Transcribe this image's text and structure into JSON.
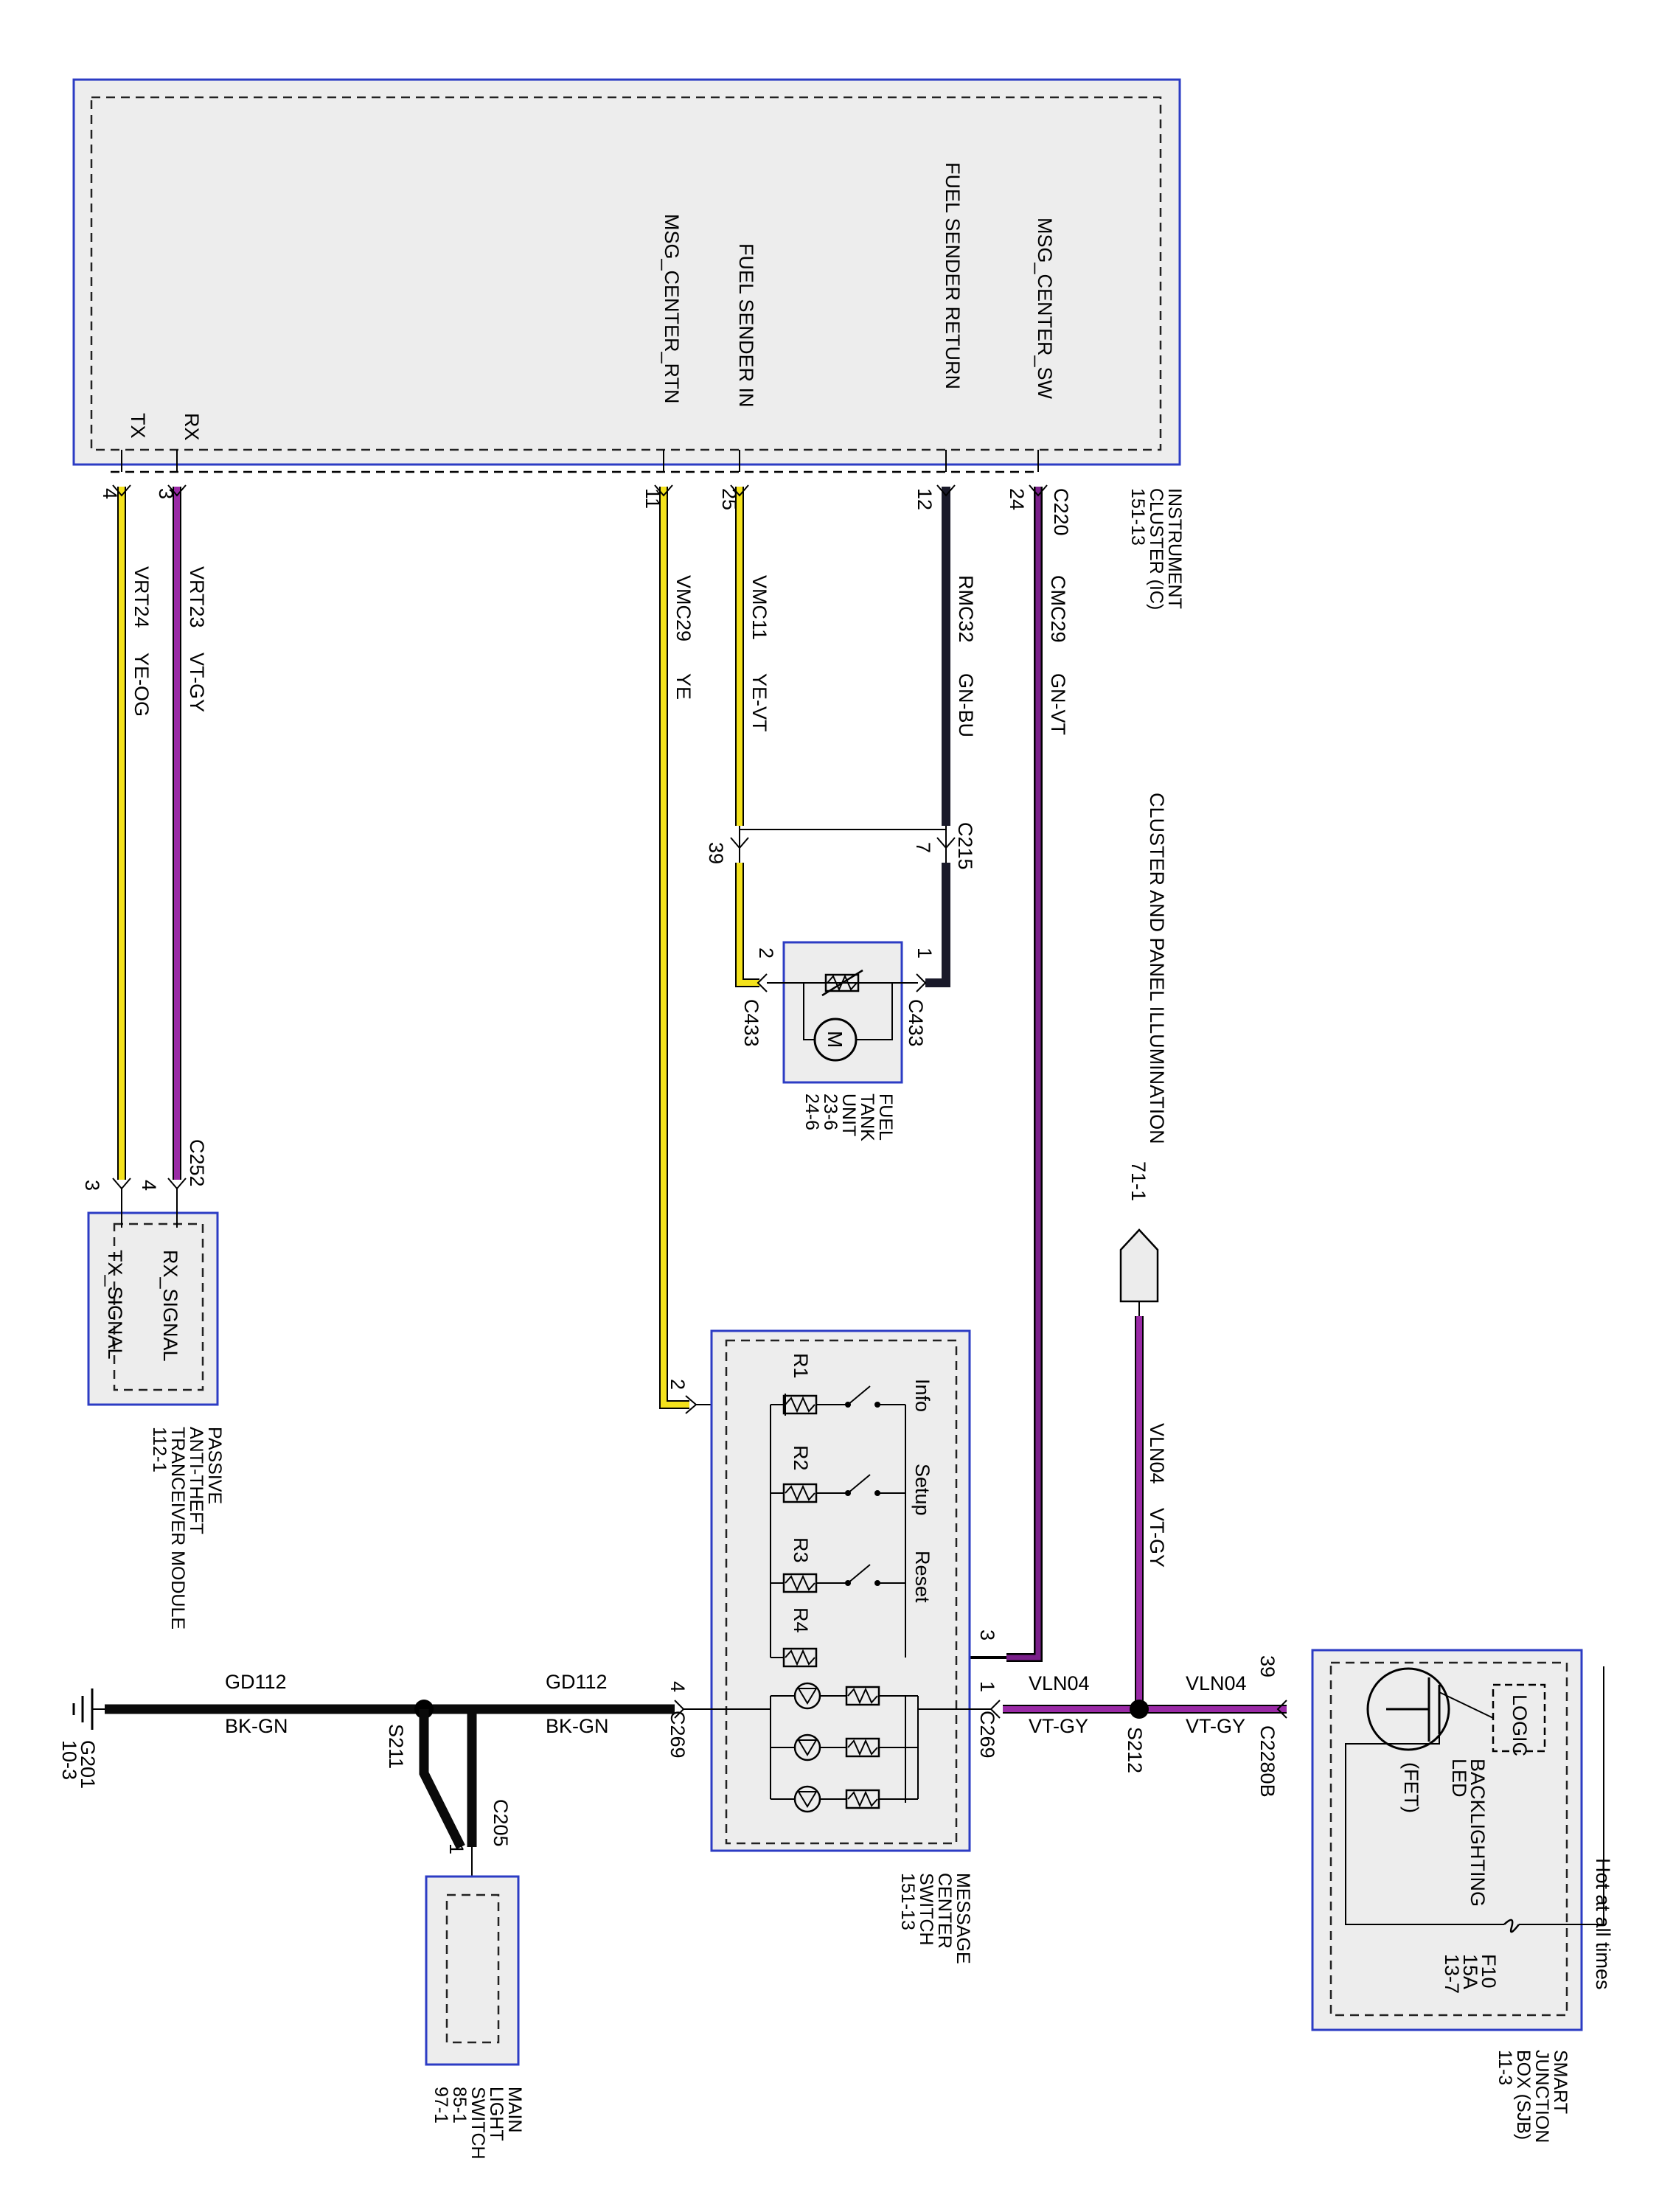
{
  "colors": {
    "yellow": "#f4e21c",
    "violet": "#9a2aa6",
    "dark_wire": "#1a1a2a",
    "ground_wire": "#0a0a0a",
    "module_border": "#2c3cc4"
  },
  "instrument_cluster": {
    "name_lines": [
      "INSTRUMENT",
      "CLUSTER (IC)",
      "151-13"
    ],
    "connector": "C220",
    "pins": [
      {
        "signal": "TX",
        "pin": "4",
        "circuit": "VRT24",
        "color_code": "YE-OG"
      },
      {
        "signal": "RX",
        "pin": "3",
        "circuit": "VRT23",
        "color_code": "VT-GY"
      },
      {
        "signal": "MSG_CENTER_RTN",
        "pin": "11",
        "circuit": "VMC29",
        "color_code": "YE"
      },
      {
        "signal": "FUEL SENDER IN",
        "pin": "25",
        "circuit": "VMC11",
        "color_code": "YE-VT"
      },
      {
        "signal": "FUEL SENDER RETURN",
        "pin": "12",
        "circuit": "RMC32",
        "color_code": "GN-BU"
      },
      {
        "signal": "MSG_CENTER_SW",
        "pin": "24",
        "circuit": "CMC29",
        "color_code": "GN-VT"
      }
    ]
  },
  "c215": {
    "name": "C215",
    "pin_left": "39",
    "pin_right": "7"
  },
  "fuel_tank": {
    "name_lines": [
      "FUEL",
      "TANK",
      "UNIT",
      "23-6",
      "24-6"
    ],
    "connector": "C433",
    "pin_1": "1",
    "pin_2": "2",
    "motor_symbol": "M"
  },
  "pats": {
    "name_lines": [
      "PASSIVE",
      "ANTI-THEFT",
      "TRANCEIVER MODULE",
      "112-1"
    ],
    "connector": "C252",
    "pin_rx": "4",
    "pin_tx": "3",
    "rx_label": "RX_SIGNAL",
    "tx_label": "TX_SIGNAL"
  },
  "illumination": {
    "title": "CLUSTER AND PANEL ILLUMINATION",
    "ref": "71-1"
  },
  "message_center_switch": {
    "name_lines": [
      "MESSAGE",
      "CENTER",
      "SWITCH",
      "151-13"
    ],
    "connector": "C269",
    "pin_2": "2",
    "pin_3": "3",
    "pin_4": "4",
    "pin_1": "1",
    "switches": [
      "Info",
      "Setup",
      "Reset"
    ],
    "resistors": [
      "R1",
      "R2",
      "R3",
      "R4"
    ]
  },
  "vln04_vertical": {
    "circuit": "VLN04",
    "color_code": "VT-GY"
  },
  "vln04_left": {
    "circuit": "VLN04",
    "color_code": "VT-GY"
  },
  "vln04_right": {
    "circuit": "VLN04",
    "color_code": "VT-GY"
  },
  "splice_s212": "S212",
  "splice_s211": "S211",
  "sjb": {
    "name_lines": [
      "SMART",
      "JUNCTION",
      "BOX (SJB)",
      "11-3"
    ],
    "connector": "C2280B",
    "pin": "39",
    "logic": "LOGIC",
    "led_lines": [
      "BACKLIGHTING",
      "LED"
    ],
    "fet": "(FET)",
    "fuse_lines": [
      "F10",
      "15A",
      "13-7"
    ],
    "hot": "Hot at all times"
  },
  "ground_left": {
    "circuit": "GD112",
    "color_code": "BK-GN"
  },
  "ground_right": {
    "circuit": "GD112",
    "color_code": "BK-GN"
  },
  "ground": {
    "name": "G201",
    "ref": "10-3"
  },
  "main_light_switch": {
    "name_lines": [
      "MAIN",
      "LIGHT",
      "SWITCH",
      "85-1",
      "97-1"
    ],
    "connector": "C205",
    "pin": "1"
  }
}
